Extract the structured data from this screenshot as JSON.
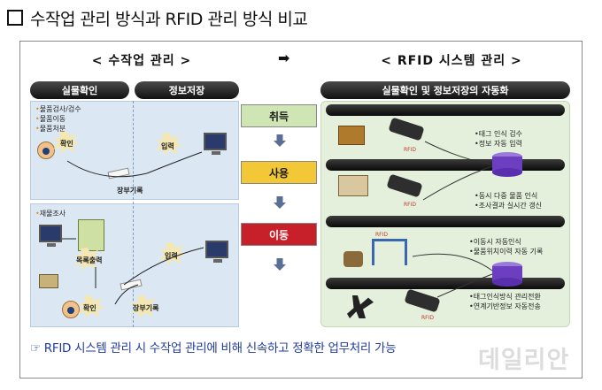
{
  "title": "수작업 관리 방식과 RFID 관리 방식 비교",
  "left_heading": "< 수작업 관리 >",
  "middle_arrow": "➡",
  "right_heading": "< RFID 시스템 관리 >",
  "left_tabs": [
    "실물확인",
    "정보저장"
  ],
  "right_tab": "실물확인 및 정보저장의 자동화",
  "steps": [
    {
      "label": "취득",
      "color": "#cfe6b4"
    },
    {
      "label": "사용",
      "color": "#f3c836"
    },
    {
      "label": "이동",
      "color": "#c8202a"
    }
  ],
  "left_top_list": [
    "물품검사/검수",
    "물품이동",
    "물품처분"
  ],
  "left_top_labels": {
    "confirm": "확인",
    "input": "입력",
    "ledger": "장부기록"
  },
  "left_bottom_list": [
    "재물조사"
  ],
  "left_bottom_labels": {
    "print": "목록출력",
    "input": "입력",
    "confirm": "확인",
    "ledger": "장부기록"
  },
  "right_groups": [
    {
      "lines": [
        "태그 인식 검수",
        "정보 자동 입력"
      ]
    },
    {
      "lines": [
        "동시 다중 물품 인식",
        "조사결과 실시간 갱신"
      ]
    },
    {
      "lines": [
        "이동시 자동인식",
        "물품위치이력 자동 기록"
      ]
    },
    {
      "lines": [
        "태그인식방식 관리전환",
        "연계기반정보 자동전송"
      ]
    }
  ],
  "rfid_label": "RFID",
  "footer": "☞ RFID 시스템 관리 시 수작업 관리에 비해 신속하고 정확한 업무처리 가능",
  "watermark": "데일리안",
  "colors": {
    "left_panel": "#dbe8f4",
    "right_panel": "#e4f0dc",
    "footer_text": "#1f3a9c"
  }
}
